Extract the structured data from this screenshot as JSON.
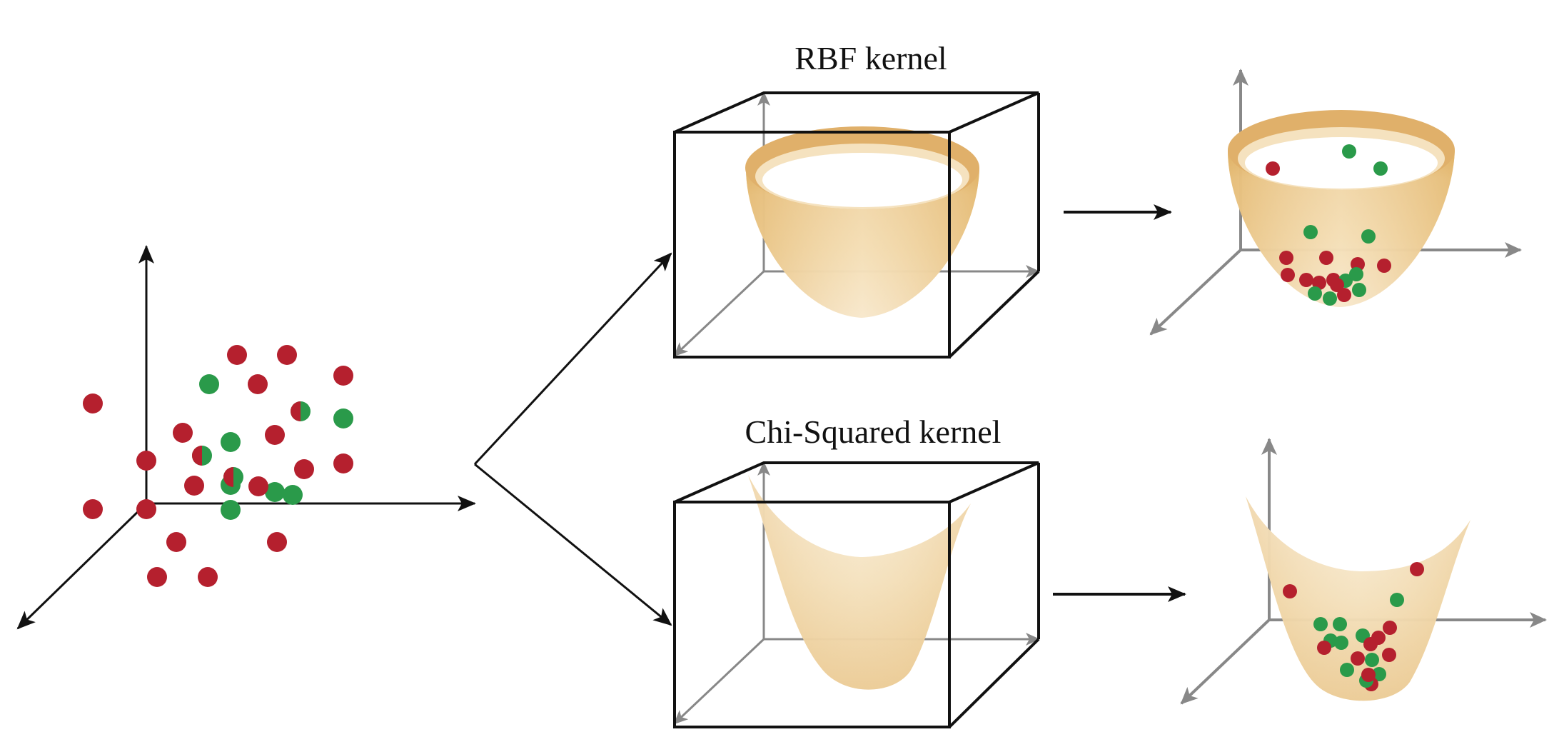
{
  "labels": {
    "rbf_title": "RBF kernel",
    "chi_title": "Chi-Squared kernel"
  },
  "colors": {
    "red_point": "#b5202e",
    "green_point": "#2a9a4a",
    "black_axis": "#111111",
    "gray_axis": "#888888",
    "surface_light": "#f8ead2",
    "surface_mid": "#eccb92",
    "surface_dark": "#d9a552"
  },
  "input_space": {
    "points": [
      {
        "c": "red"
      },
      {
        "c": "red"
      },
      {
        "c": "red"
      },
      {
        "c": "green"
      },
      {
        "c": "red"
      },
      {
        "c": "red"
      },
      {
        "c": "split"
      },
      {
        "c": "green"
      },
      {
        "c": "red"
      },
      {
        "c": "green"
      },
      {
        "c": "red"
      },
      {
        "c": "red"
      },
      {
        "c": "split"
      },
      {
        "c": "green"
      },
      {
        "c": "red"
      },
      {
        "c": "split"
      },
      {
        "c": "red"
      },
      {
        "c": "green"
      },
      {
        "c": "red"
      },
      {
        "c": "red"
      },
      {
        "c": "green"
      },
      {
        "c": "red"
      },
      {
        "c": "red"
      },
      {
        "c": "green"
      },
      {
        "c": "red"
      },
      {
        "c": "red"
      },
      {
        "c": "red"
      },
      {
        "c": "red"
      }
    ]
  },
  "rbf_result": {
    "points": [
      {
        "c": "red"
      },
      {
        "c": "green"
      },
      {
        "c": "green"
      },
      {
        "c": "green"
      },
      {
        "c": "green"
      },
      {
        "c": "red"
      },
      {
        "c": "red"
      },
      {
        "c": "red"
      },
      {
        "c": "red"
      },
      {
        "c": "red"
      },
      {
        "c": "red"
      },
      {
        "c": "red"
      },
      {
        "c": "red"
      },
      {
        "c": "green"
      },
      {
        "c": "green"
      },
      {
        "c": "green"
      },
      {
        "c": "green"
      },
      {
        "c": "green"
      },
      {
        "c": "red"
      },
      {
        "c": "red"
      }
    ]
  },
  "chi_result": {
    "points": [
      {
        "c": "red"
      },
      {
        "c": "red"
      },
      {
        "c": "green"
      },
      {
        "c": "green"
      },
      {
        "c": "green"
      },
      {
        "c": "red"
      },
      {
        "c": "green"
      },
      {
        "c": "green"
      },
      {
        "c": "green"
      },
      {
        "c": "red"
      },
      {
        "c": "red"
      },
      {
        "c": "red"
      },
      {
        "c": "red"
      },
      {
        "c": "red"
      },
      {
        "c": "green"
      },
      {
        "c": "green"
      },
      {
        "c": "green"
      },
      {
        "c": "red"
      },
      {
        "c": "green"
      },
      {
        "c": "red"
      }
    ]
  }
}
